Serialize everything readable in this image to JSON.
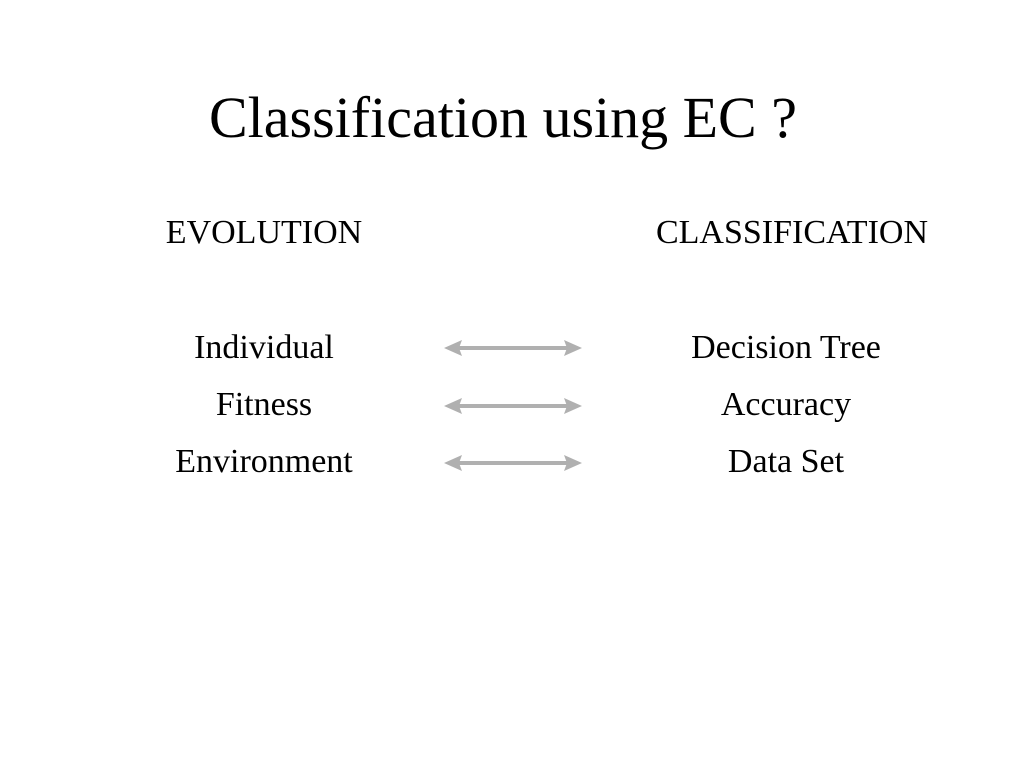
{
  "slide": {
    "title": "Classification using EC ?",
    "left_header": "EVOLUTION",
    "right_header": "CLASSIFICATION",
    "rows": [
      {
        "left": "Individual",
        "right": "Decision Tree"
      },
      {
        "left": "Fitness",
        "right": "Accuracy"
      },
      {
        "left": "Environment",
        "right": "Data Set"
      }
    ],
    "arrow_icon": "double-headed-arrow-icon",
    "arrow_color": "#b0b0b0",
    "text_color": "#000000",
    "background_color": "#ffffff"
  }
}
